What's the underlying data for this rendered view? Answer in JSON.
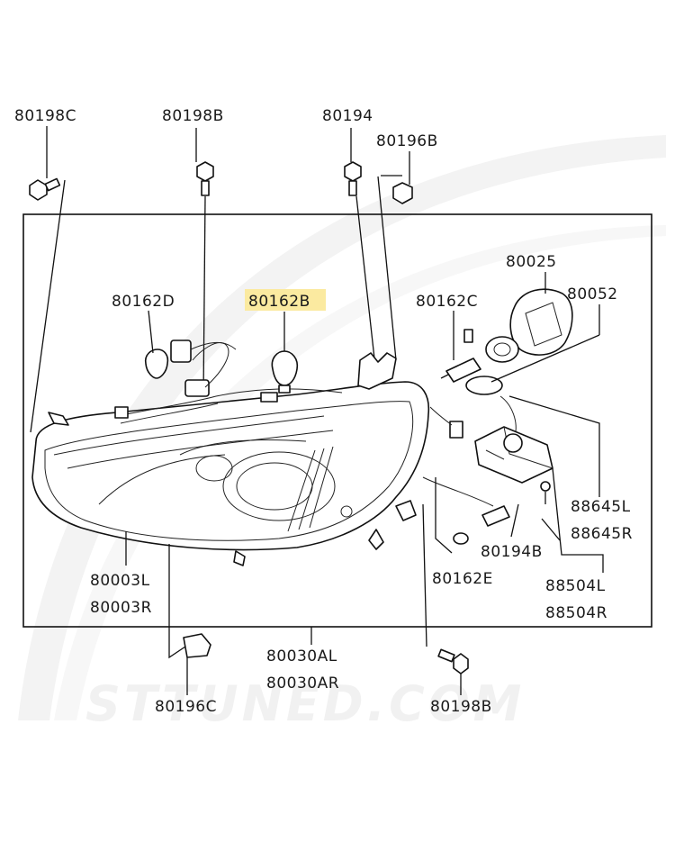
{
  "diagram": {
    "watermark": "STTUNED.COM",
    "highlight_color": "#fbeaa0",
    "labels": {
      "l80198C": "80198C",
      "l80198B_top": "80198B",
      "l80194": "80194",
      "l80196B": "80196B",
      "l80025": "80025",
      "l80052": "80052",
      "l80162D": "80162D",
      "l80162B": "80162B",
      "l80162C": "80162C",
      "l88645L": "88645L",
      "l88645R": "88645R",
      "l80194B": "80194B",
      "l80162E": "80162E",
      "l88504L": "88504L",
      "l88504R": "88504R",
      "l80003L": "80003L",
      "l80003R": "80003R",
      "l80030AL": "80030AL",
      "l80030AR": "80030AR",
      "l80196C": "80196C",
      "l80198B_bottom": "80198B"
    }
  }
}
